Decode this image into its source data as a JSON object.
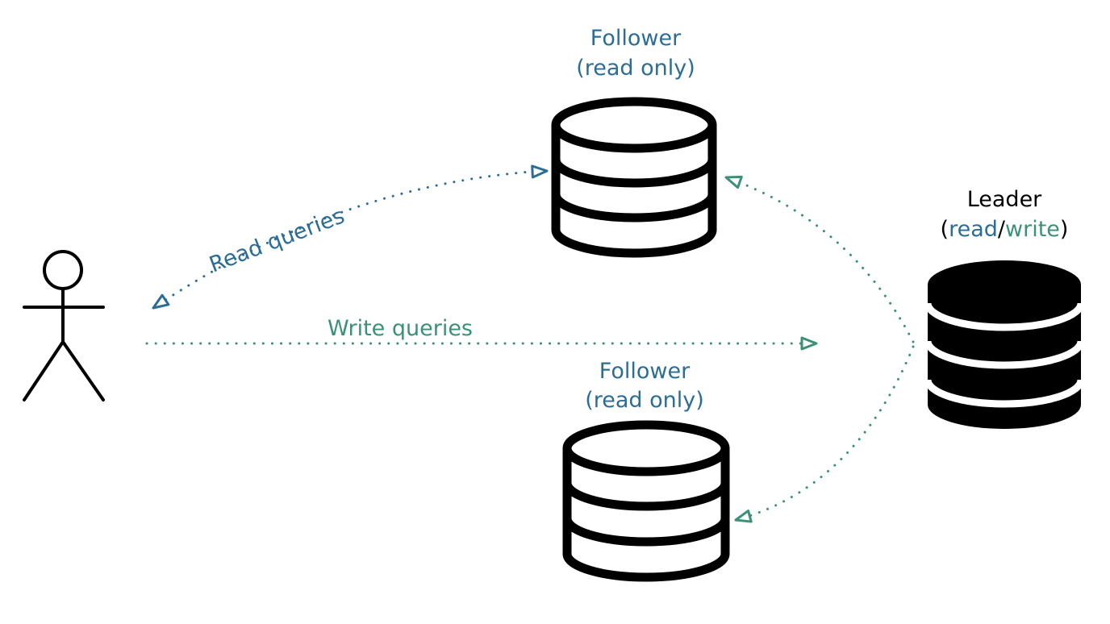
{
  "colors": {
    "read": "#2c6d96",
    "write": "#3a9177",
    "ink": "#000000",
    "background": "#ffffff"
  },
  "icons": {
    "user": "stick-figure-icon",
    "follower_db": "database-outline-icon",
    "leader_db": "database-filled-icon",
    "arrowhead": "open-triangle-arrowhead-icon"
  },
  "follower_top": {
    "title": "Follower",
    "subtitle": "(read only)"
  },
  "follower_bottom": {
    "title": "Follower",
    "subtitle": "(read only)"
  },
  "leader": {
    "title": "Leader",
    "open_paren": "(",
    "read": "read",
    "slash": "/",
    "write": "write",
    "close_paren": ")"
  },
  "edges": {
    "read_queries": "Read queries",
    "write_queries": "Write queries"
  }
}
